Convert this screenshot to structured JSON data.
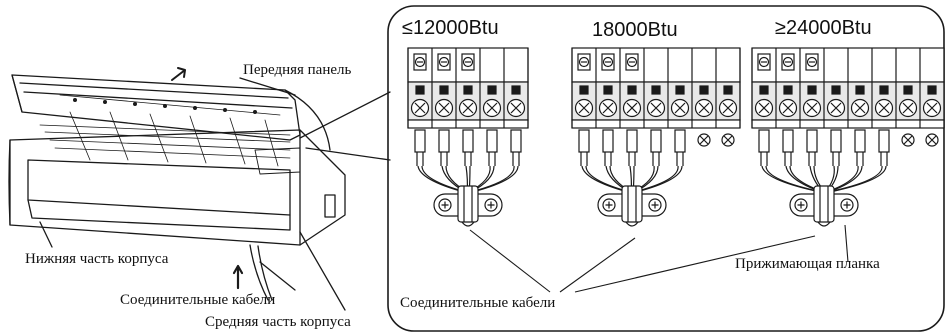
{
  "labels": {
    "front_panel": "Передняя панель",
    "lower_housing": "Нижняя часть корпуса",
    "connecting_cables_left": "Соединительные кабели",
    "middle_housing": "Средняя часть корпуса",
    "connecting_cables_right": "Соединительные кабели",
    "clamp": "Прижимающая планка"
  },
  "terminal_blocks": [
    {
      "caption": "≤12000Btu",
      "terminals": 5
    },
    {
      "caption": "18000Btu",
      "terminals": 7
    },
    {
      "caption": "≥24000Btu",
      "terminals": 8
    }
  ]
}
